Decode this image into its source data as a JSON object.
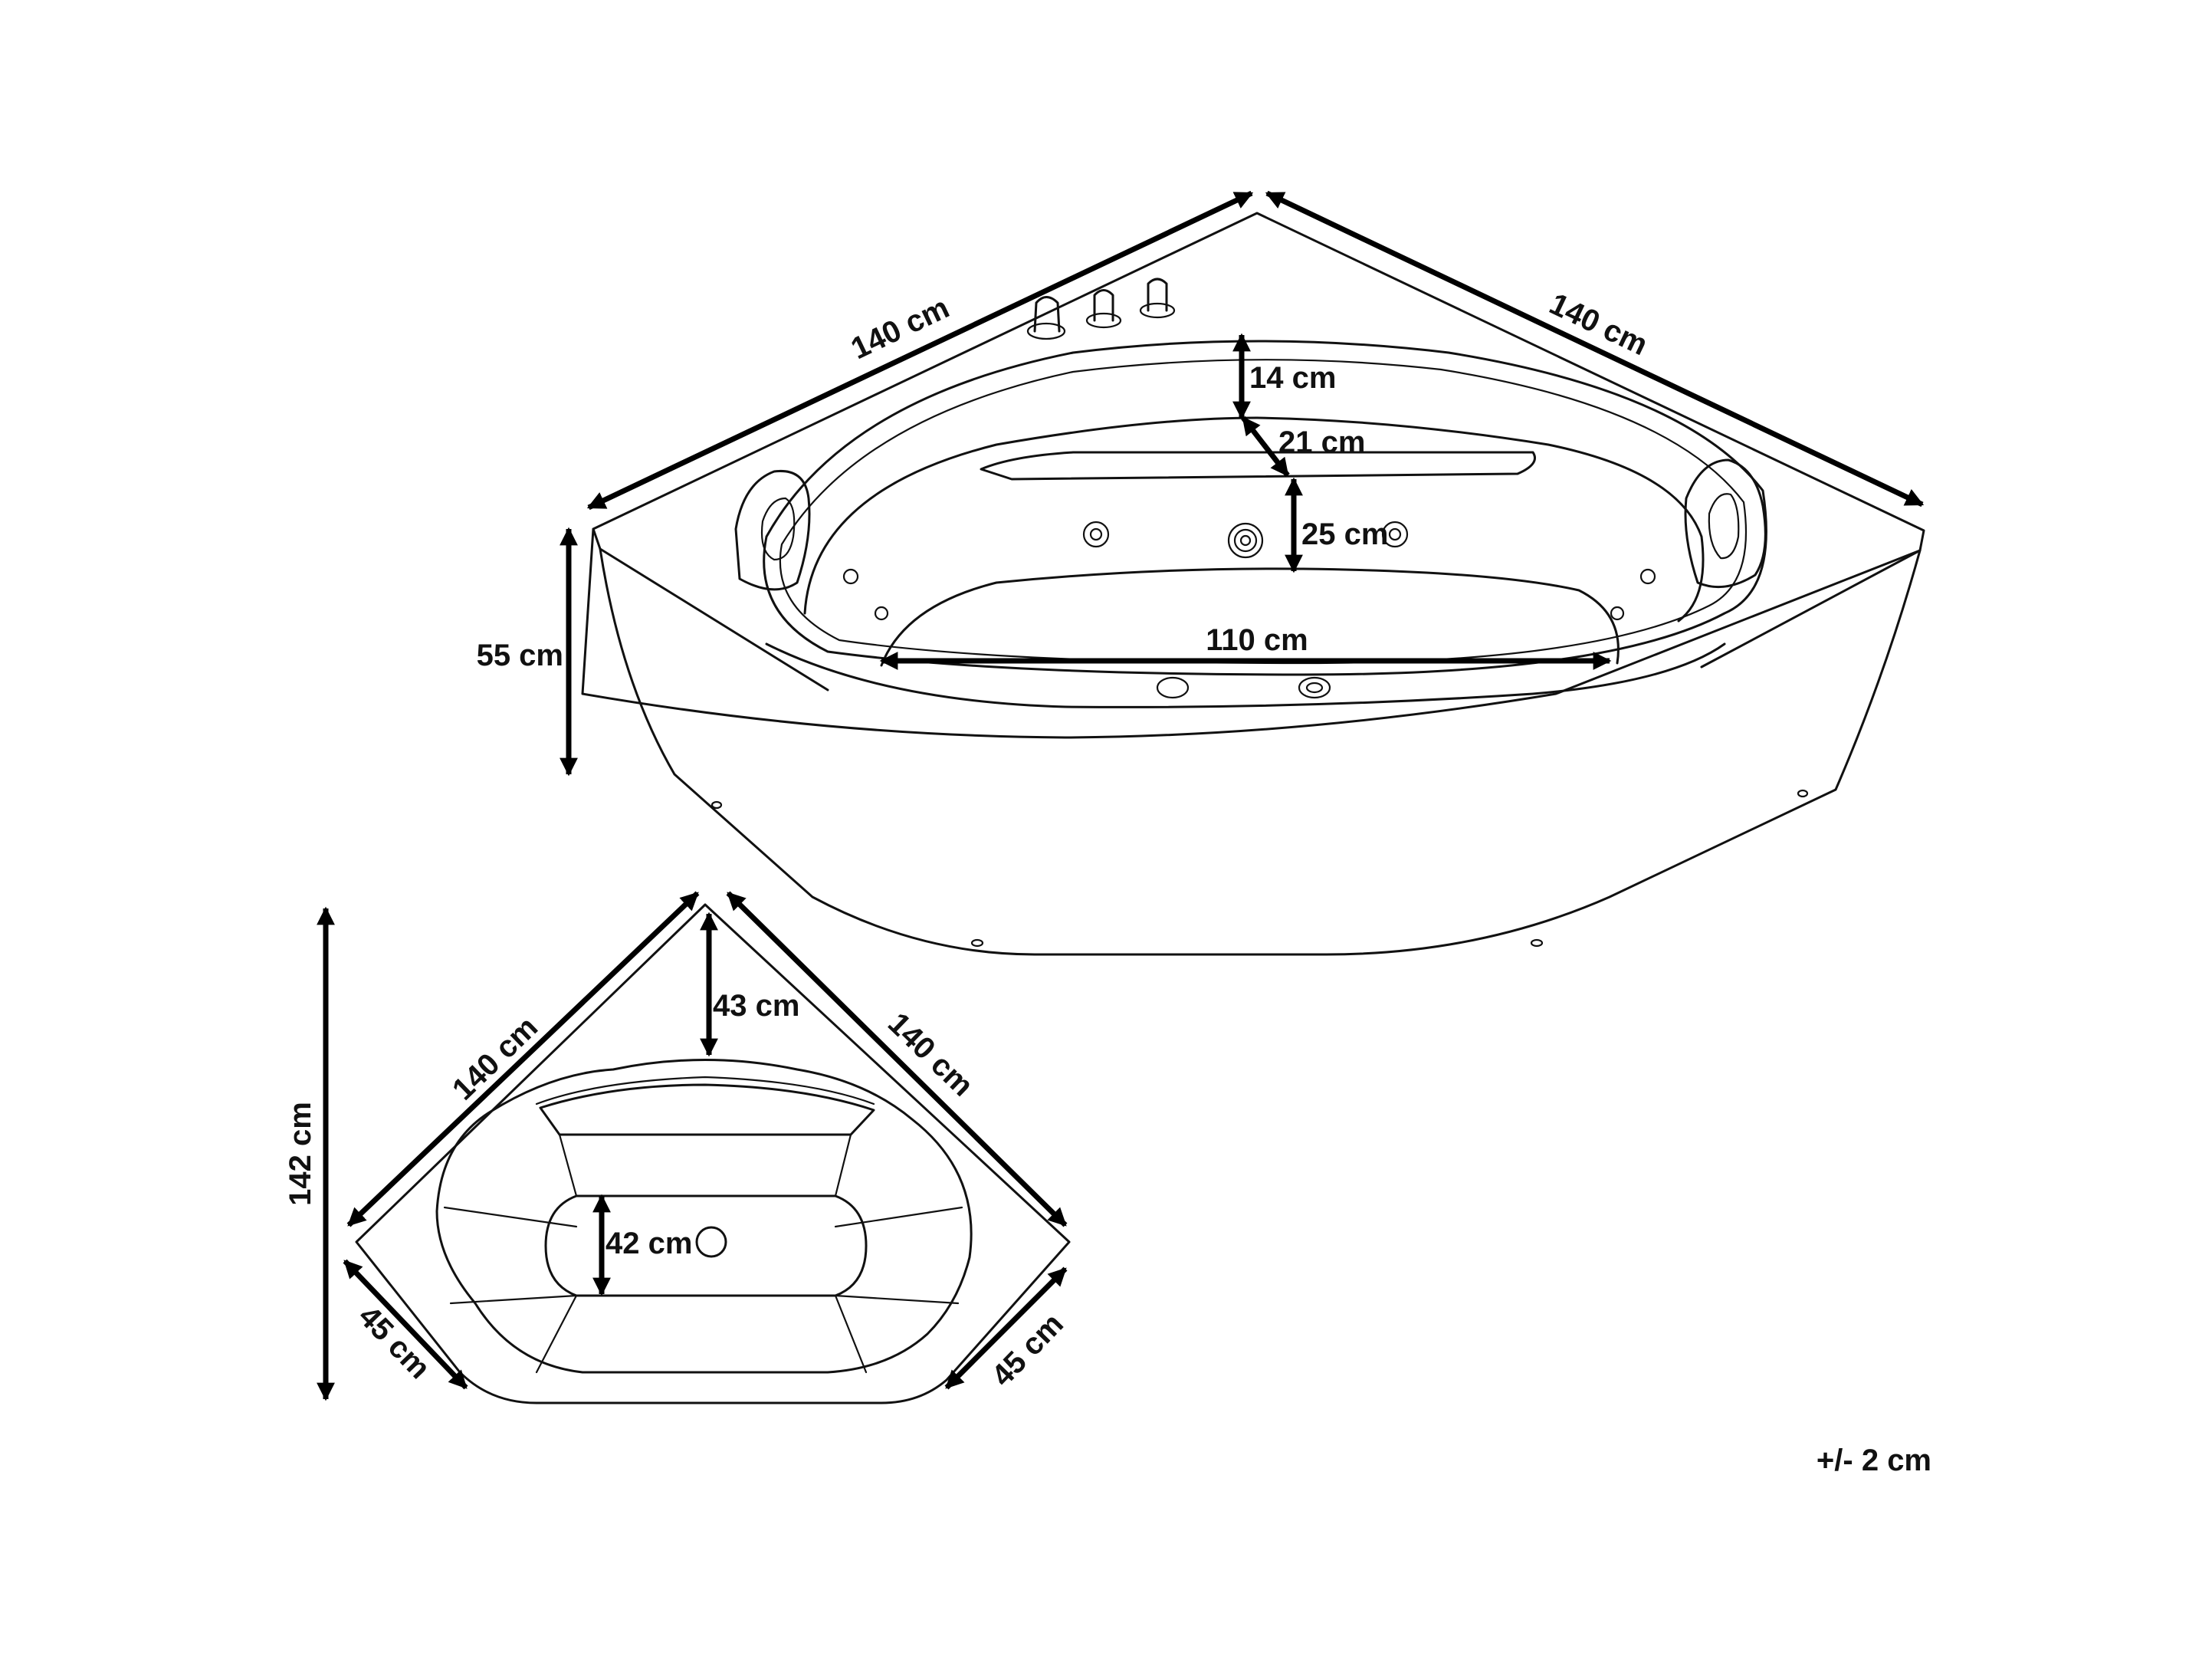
{
  "perspective_view": {
    "side_left": "140 cm",
    "side_right": "140 cm",
    "rim_width": "14 cm",
    "seat_depth": "21 cm",
    "step_height": "25 cm",
    "height": "55 cm",
    "inner_length": "110 cm"
  },
  "top_view": {
    "side_left": "140 cm",
    "side_right": "140 cm",
    "depth": "142 cm",
    "corner_to_basin": "43 cm",
    "basin_width": "42 cm",
    "front_left": "45 cm",
    "front_right": "45 cm"
  },
  "tolerance": "+/- 2 cm"
}
